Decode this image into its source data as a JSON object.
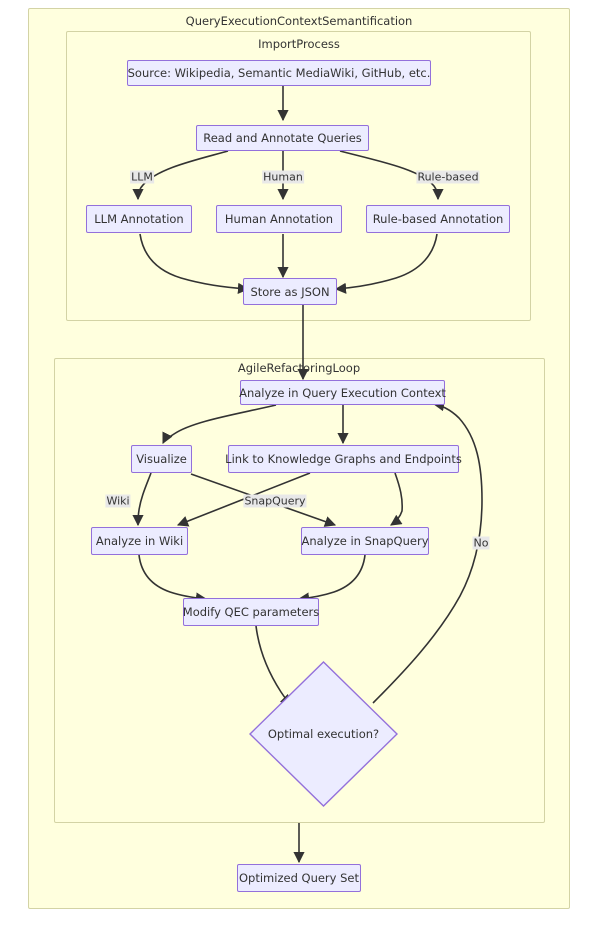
{
  "diagram": {
    "type": "flowchart",
    "title": "QueryExecutionContextSemantification",
    "clusters": [
      {
        "id": "outer",
        "label": "QueryExecutionContextSemantification"
      },
      {
        "id": "import",
        "label": "ImportProcess"
      },
      {
        "id": "agile",
        "label": "AgileRefactoringLoop"
      }
    ],
    "nodes": {
      "source": "Source: Wikipedia, Semantic MediaWiki, GitHub, etc.",
      "read_annotate": "Read and Annotate Queries",
      "llm_annotation": "LLM Annotation",
      "human_annotation": "Human Annotation",
      "rule_based_annotation": "Rule-based Annotation",
      "store_json": "Store as JSON",
      "analyze_qec": "Analyze in Query Execution Context",
      "visualize": "Visualize",
      "link_kg": "Link to Knowledge Graphs and Endpoints",
      "analyze_wiki": "Analyze in Wiki",
      "analyze_snapquery": "Analyze in SnapQuery",
      "modify_qec": "Modify QEC parameters",
      "optimal_execution": "Optimal execution?",
      "optimized_query_set": "Optimized Query Set"
    },
    "edge_labels": {
      "llm": "LLM",
      "human": "Human",
      "rule_based": "Rule-based",
      "wiki": "Wiki",
      "snapquery": "SnapQuery",
      "no": "No"
    },
    "colors": {
      "cluster_fill": "#ffffde",
      "cluster_stroke": "#d3d3a5",
      "node_fill": "#ececff",
      "node_stroke": "#9370db",
      "edge_stroke": "#333333",
      "edge_label_bg": "#e8e8e8",
      "text": "#333333"
    }
  }
}
